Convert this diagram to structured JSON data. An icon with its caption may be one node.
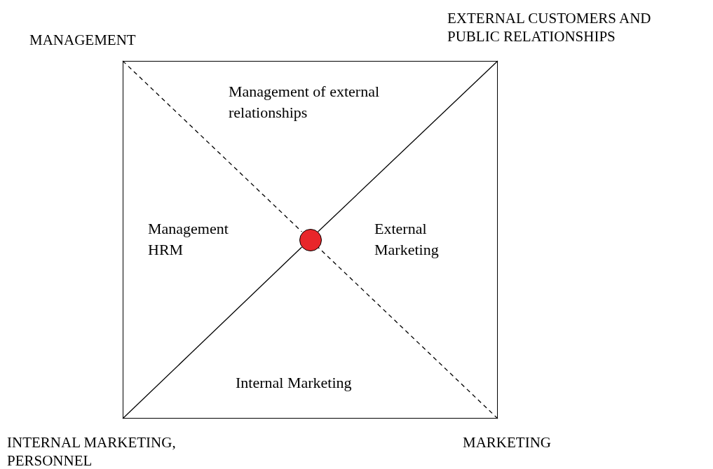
{
  "diagram": {
    "nodes": [
      {
        "text": [
          "Management of external relationships",
          "Management HRM",
          "External Marketing",
          "Internal Marketing"
        ]
      },
      {
        "text": [],
        "shape": "circle",
        "in": 0
      }
    ],
    "edges": [
      {
        "from": null,
        "to": 1,
        "arrow": "none",
        "style": "dashed"
      },
      {
        "from": null,
        "to": 1,
        "arrow": "none",
        "style": "dashed"
      },
      {
        "from": null,
        "to": 1,
        "arrow": "none"
      },
      {
        "from": null,
        "to": 1,
        "arrow": "none"
      }
    ],
    "labels": [
      "MANAGEMENT",
      "EXTERNAL CUSTOMERS AND PUBLIC RELATIONSHIPS",
      "INTERNAL MARKETING, PERSONNEL",
      "MARKETING"
    ]
  }
}
